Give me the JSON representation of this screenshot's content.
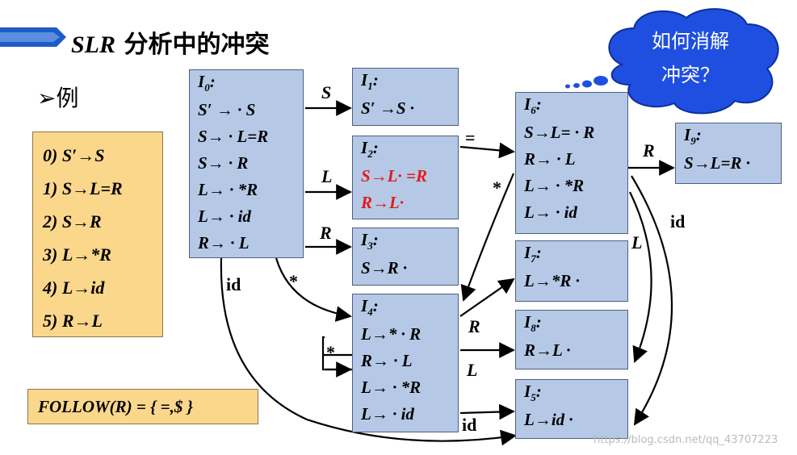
{
  "title_latin": "SLR",
  "title_cjk": "分析中的冲突",
  "example_label": "➢例",
  "grammar": [
    "0) S′→S",
    "1) S→L=R",
    "2) S→R",
    "3) L→*R",
    "4) L→id",
    "5) R→L"
  ],
  "follow": "FOLLOW(R) = { =,$ }",
  "cloud_lines": [
    "如何消解",
    "冲突？"
  ],
  "watermark": "https://blog.csdn.net/qq_43707223",
  "colors": {
    "state_fill": "#b5c9e7",
    "note_fill": "#fbd78c",
    "conflict": "#e21b1b",
    "cloud": "#1f4fe0"
  },
  "states": {
    "I0": {
      "name": "I",
      "sub": "0",
      "items": [
        "S′ → · S",
        "S→ · L=R",
        "S→ · R",
        "L→ · *R",
        "L→ · id",
        "R→ · L"
      ]
    },
    "I1": {
      "name": "I",
      "sub": "1",
      "items": [
        "S′ →S ·"
      ]
    },
    "I2": {
      "name": "I",
      "sub": "2",
      "items": [
        "S→L· =R",
        "R→L·"
      ]
    },
    "I3": {
      "name": "I",
      "sub": "3",
      "items": [
        "S→R ·"
      ]
    },
    "I4": {
      "name": "I",
      "sub": "4",
      "items": [
        "L→* · R",
        "R→ · L",
        "L→ · *R",
        "L→ · id"
      ]
    },
    "I5": {
      "name": "I",
      "sub": "5",
      "items": [
        "L→id ·"
      ]
    },
    "I6": {
      "name": "I",
      "sub": "6",
      "items": [
        "S→L= · R",
        "R→ · L",
        "L→ · *R",
        "L→ · id"
      ]
    },
    "I7": {
      "name": "I",
      "sub": "7",
      "items": [
        "L→*R ·"
      ]
    },
    "I8": {
      "name": "I",
      "sub": "8",
      "items": [
        "R→L ·"
      ]
    },
    "I9": {
      "name": "I",
      "sub": "9",
      "items": [
        "S→L=R ·"
      ]
    }
  },
  "edges": [
    {
      "from": "I0",
      "to": "I1",
      "label": "S"
    },
    {
      "from": "I0",
      "to": "I2",
      "label": "L"
    },
    {
      "from": "I0",
      "to": "I3",
      "label": "R"
    },
    {
      "from": "I0",
      "to": "I4",
      "label": "*"
    },
    {
      "from": "I0",
      "to": "I5",
      "label": "id"
    },
    {
      "from": "I2",
      "to": "I6",
      "label": "="
    },
    {
      "from": "I6",
      "to": "I4",
      "label": "*"
    },
    {
      "from": "I4",
      "to": "I4",
      "label": "*"
    },
    {
      "from": "I4",
      "to": "I7",
      "label": "R"
    },
    {
      "from": "I4",
      "to": "I8",
      "label": "L"
    },
    {
      "from": "I4",
      "to": "I5",
      "label": "id"
    },
    {
      "from": "I6",
      "to": "I9",
      "label": "R"
    },
    {
      "from": "I6",
      "to": "I8",
      "label": "L"
    },
    {
      "from": "I6",
      "to": "I5",
      "label": "id"
    }
  ]
}
